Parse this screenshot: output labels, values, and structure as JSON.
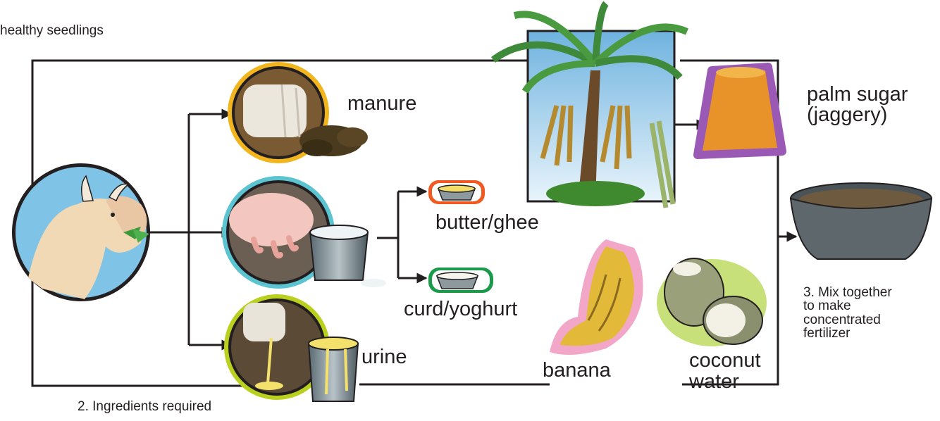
{
  "top_note": "healthy seedlings",
  "caption_ingredients": "2. Ingredients required",
  "caption_mix": "3. Mix together\nto make\nconcentrated\nfertilizer",
  "items": {
    "manure": "manure",
    "butter": "butter/ghee",
    "curd": "curd/yoghurt",
    "urine": "urine",
    "palm_sugar": "palm sugar\n(jaggery)",
    "banana": "banana",
    "coconut": "coconut\nwater"
  },
  "colors": {
    "line": "#231f20",
    "manure_ring": "#f2b51d",
    "milk_ring": "#5bc4d0",
    "urine_ring": "#b9d11e",
    "butter_ring": "#f05a22",
    "curd_ring": "#1a9a4a",
    "jaggery_ring": "#9b59b6",
    "banana_ring": "#f2a7c8",
    "coconut_ring": "#c8e07a",
    "sky": "#a8d4ee"
  }
}
